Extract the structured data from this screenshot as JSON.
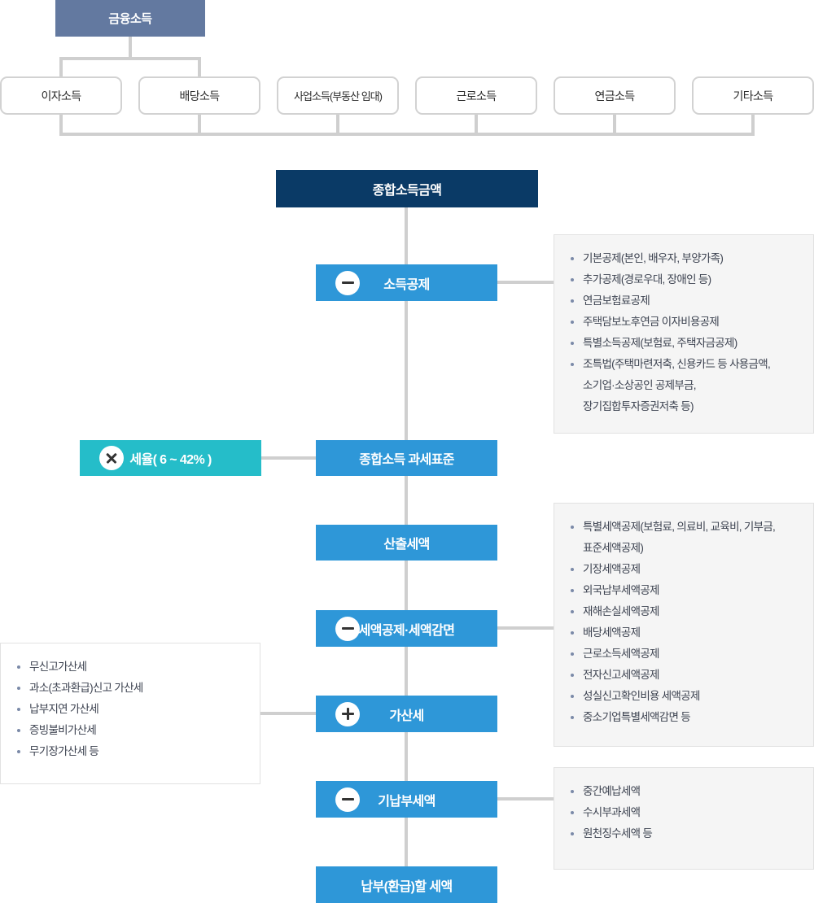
{
  "diagram": {
    "title": "종합소득세 계산 흐름도",
    "colors": {
      "header_box": "#6379a0",
      "total_income_box": "#0a3a66",
      "flow_box": "#2e97d8",
      "rate_box": "#25bdc9",
      "connector_line": "#cfcfcf",
      "panel_background": "#f5f5f5",
      "panel_border": "#e2e2e2",
      "bullet": "#7b8aa8",
      "source_box_border": "#d2d2d2"
    }
  },
  "header": {
    "label": "금융소득"
  },
  "income_sources": [
    {
      "label": "이자소득"
    },
    {
      "label": "배당소득"
    },
    {
      "label": "사업소득(부동산 임대)"
    },
    {
      "label": "근로소득"
    },
    {
      "label": "연금소득"
    },
    {
      "label": "기타소득"
    }
  ],
  "flow": {
    "total_income": {
      "label": "종합소득금액",
      "operator": ""
    },
    "income_deduction": {
      "label": "소득공제",
      "operator": "minus"
    },
    "tax_base": {
      "label": "종합소득 과세표준",
      "operator": ""
    },
    "tax_rate": {
      "label": "세율( 6 ~ 42% )",
      "operator": "multiply"
    },
    "calculated_tax": {
      "label": "산출세액",
      "operator": ""
    },
    "tax_credit": {
      "label": "세액공제·세액감면",
      "operator": "minus"
    },
    "penalty_tax": {
      "label": "가산세",
      "operator": "plus"
    },
    "prepaid_tax": {
      "label": "기납부세액",
      "operator": "minus"
    },
    "final_tax": {
      "label": "납부(환급)할 세액",
      "operator": ""
    }
  },
  "panels": {
    "income_deduction_items": [
      "기본공제(본인, 배우자, 부양가족)",
      "추가공제(경로우대, 장애인 등)",
      "연금보험료공제",
      "주택담보노후연금 이자비용공제",
      "특별소득공제(보험료, 주택자금공제)",
      "조특법(주택마련저축, 신용카드 등 사용금액,\n소기업·소상공인 공제부금,\n장기집합투자증권저축 등)"
    ],
    "tax_credit_items": [
      "특별세액공제(보험료, 의료비, 교육비, 기부금,\n표준세액공제)",
      "기장세액공제",
      "외국납부세액공제",
      "재해손실세액공제",
      "배당세액공제",
      "근로소득세액공제",
      "전자신고세액공제",
      "성실신고확인비용 세액공제",
      "중소기업특별세액감면 등"
    ],
    "penalty_tax_items": [
      "무신고가산세",
      "과소(초과환급)신고 가산세",
      "납부지연 가산세",
      "증빙불비가산세",
      "무기장가산세 등"
    ],
    "prepaid_tax_items": [
      "중간예납세액",
      "수시부과세액",
      "원천징수세액 등"
    ]
  }
}
